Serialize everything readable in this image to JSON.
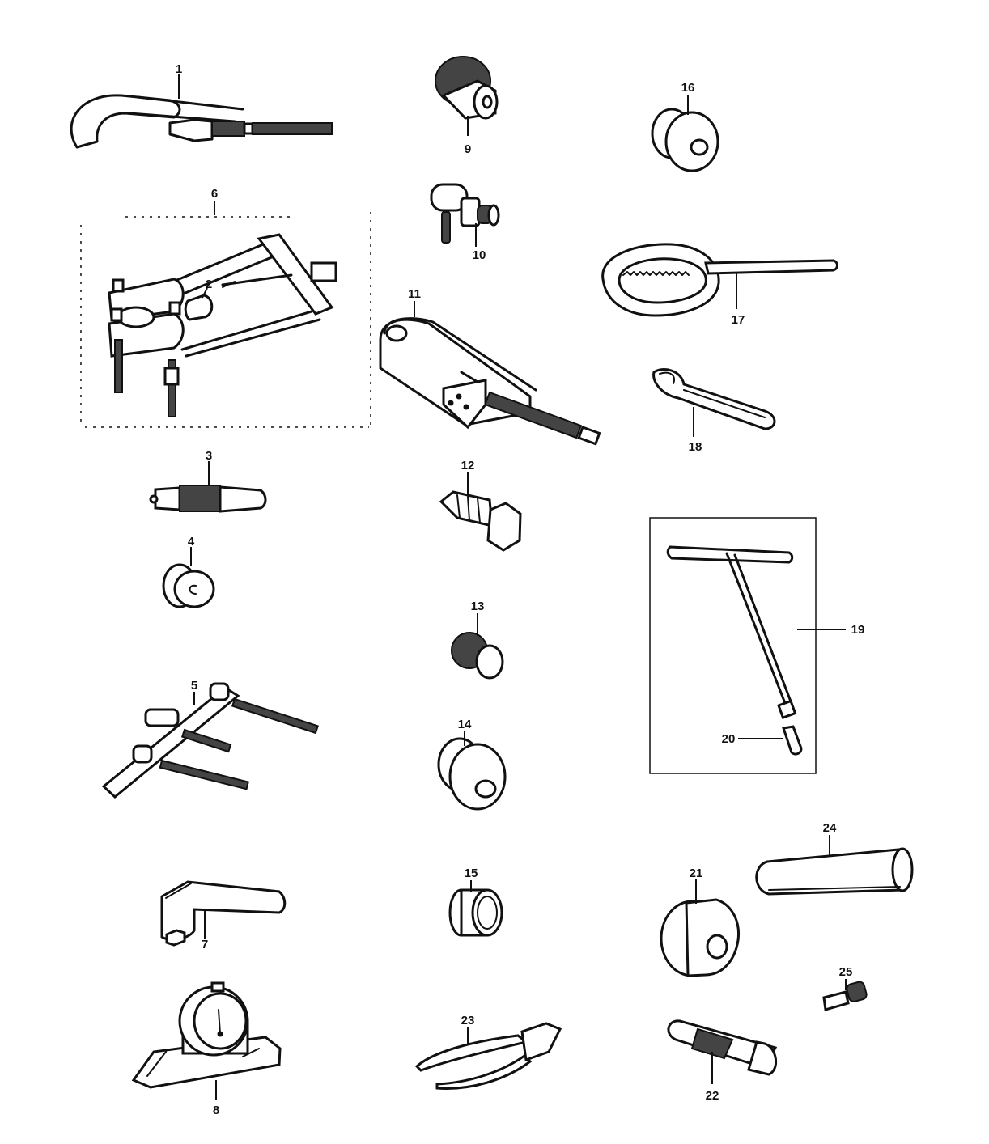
{
  "parts": [
    {
      "number": "1"
    },
    {
      "number": "2"
    },
    {
      "number": "3"
    },
    {
      "number": "4"
    },
    {
      "number": "5"
    },
    {
      "number": "6"
    },
    {
      "number": "7"
    },
    {
      "number": "8"
    },
    {
      "number": "9"
    },
    {
      "number": "10"
    },
    {
      "number": "11"
    },
    {
      "number": "12"
    },
    {
      "number": "13"
    },
    {
      "number": "14"
    },
    {
      "number": "15"
    },
    {
      "number": "16"
    },
    {
      "number": "17"
    },
    {
      "number": "18"
    },
    {
      "number": "19"
    },
    {
      "number": "20"
    },
    {
      "number": "21"
    },
    {
      "number": "22"
    },
    {
      "number": "23"
    },
    {
      "number": "24"
    },
    {
      "number": "25"
    }
  ],
  "colors": {
    "ink": "#111111",
    "background": "#ffffff"
  }
}
